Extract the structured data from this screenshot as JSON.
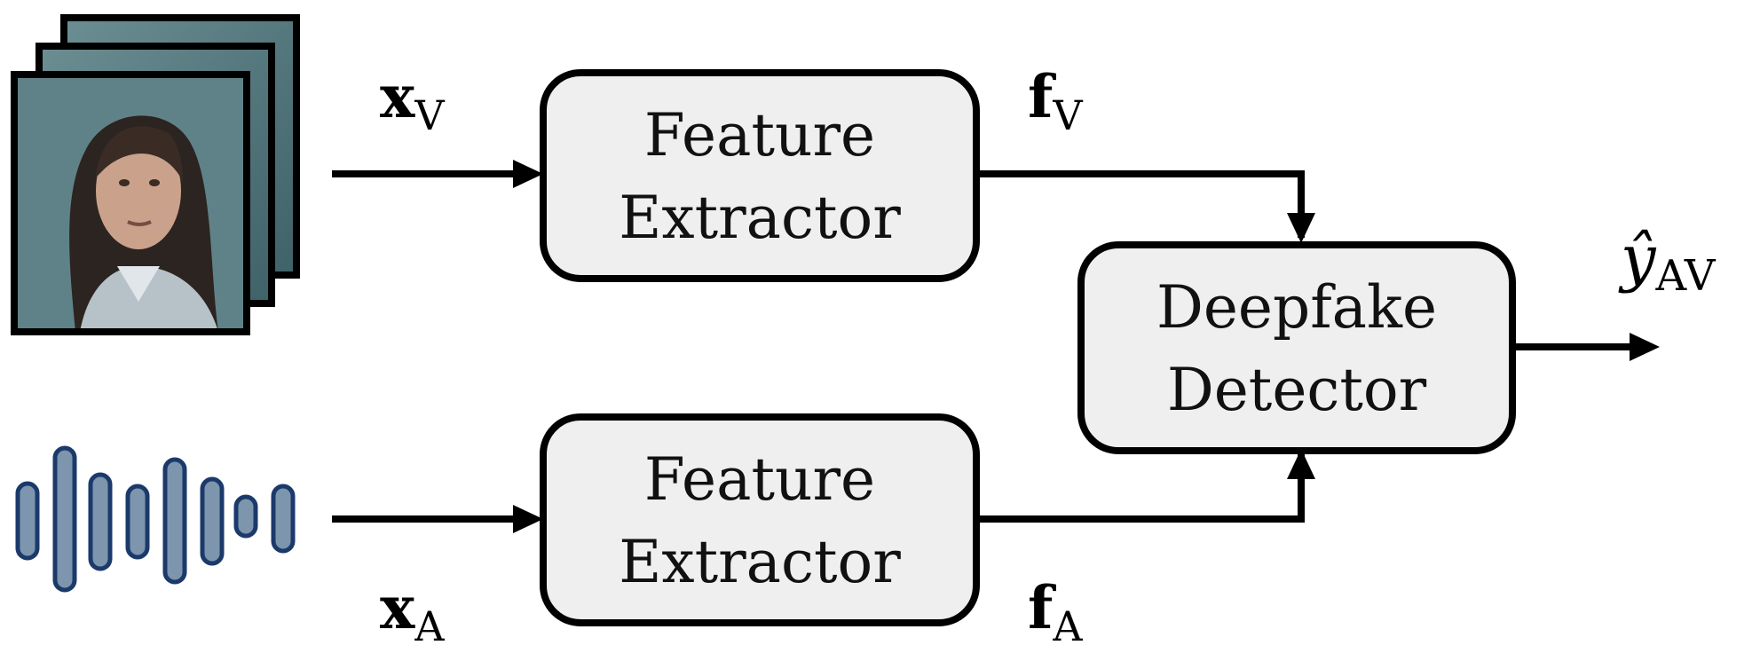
{
  "diagram": {
    "video_input_label": {
      "main": "x",
      "sub": "V"
    },
    "audio_input_label": {
      "main": "x",
      "sub": "A"
    },
    "video_feature_label": {
      "main": "f",
      "sub": "V"
    },
    "audio_feature_label": {
      "main": "f",
      "sub": "A"
    },
    "output_label": {
      "main": "ŷ",
      "sub": "AV"
    },
    "video_extractor": {
      "line1": "Feature",
      "line2": "Extractor"
    },
    "audio_extractor": {
      "line1": "Feature",
      "line2": "Extractor"
    },
    "detector": {
      "line1": "Deepfake",
      "line2": "Detector"
    }
  },
  "colors": {
    "box_fill": "#efefef",
    "stroke": "#000000",
    "waveform_fill": "#7d95ad",
    "waveform_stroke": "#1b3a6b",
    "frame_tint": "#557a80"
  },
  "icons": {
    "video": "video-frames-icon",
    "audio": "audio-waveform-icon"
  }
}
